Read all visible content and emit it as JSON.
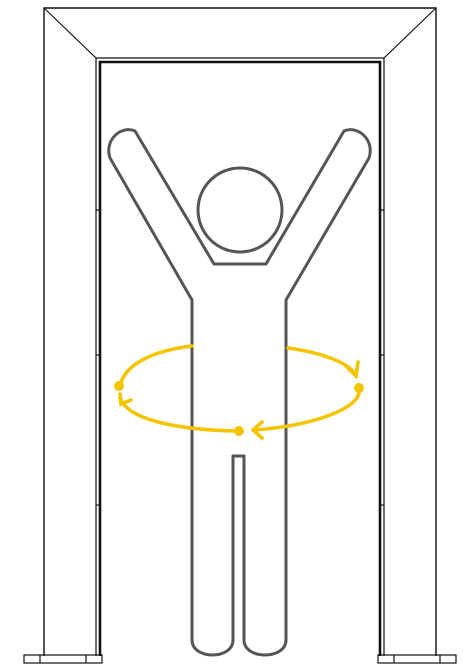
{
  "figure": {
    "subject": "person-standing-in-scanner-arch",
    "pose": "arms-raised",
    "motion": "rotation-path-around-waist"
  },
  "colors": {
    "background": "#ffffff",
    "frame_stroke": "#111111",
    "figure_stroke": "#555555",
    "accent": "#f5c400"
  },
  "icons": {
    "person": "person-arms-raised-icon",
    "rotation": "rotation-arrows-icon"
  }
}
